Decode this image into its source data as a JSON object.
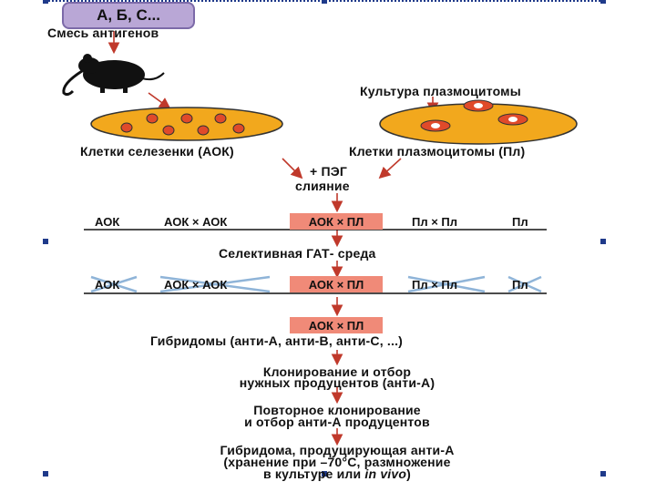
{
  "antigens_box": "А, Б, С...",
  "antigen_mix": "Смесь антигенов",
  "plasmacytoma_culture": "Культура плазмоцитомы",
  "spleen_cells": "Клетки селезенки (АОК)",
  "plasmacytoma_cells": "Клетки плазмоцитомы (Пл)",
  "peg": "+ ПЭГ",
  "fusion": "слияние",
  "row1": [
    "АОК",
    "АОК × АОК",
    "АОК × ПЛ",
    "Пл × Пл",
    "Пл"
  ],
  "selective_medium": "Селективная ГАТ- среда",
  "row2": [
    "АОК",
    "АОК × АОК",
    "АОК × ПЛ",
    "Пл × Пл",
    "Пл"
  ],
  "hybrid_box": "АОК × ПЛ",
  "hybridomas": "Гибридомы (анти-А, анти-В, анти-С, ...)",
  "cloning_1": "Клонирование и отбор",
  "cloning_2": "нужных продуцентов (анти-А)",
  "recloning_1": "Повторное клонирование",
  "recloning_2": "и отбор анти-А продуцентов",
  "final_1": "Гибридома, продуцирующая анти-А",
  "final_2": "(хранение при –70°С, размножение",
  "final_3a": "в культуре или ",
  "final_3b": "in vivo",
  "final_3c": ")",
  "colors": {
    "plate": "#f2a81d",
    "cell": "#e04a2a",
    "highlight": "#f08a78",
    "cross": "#8fb4d8",
    "frame": "#1f3a8a"
  },
  "icons": {
    "mouse": "mouse-icon"
  }
}
